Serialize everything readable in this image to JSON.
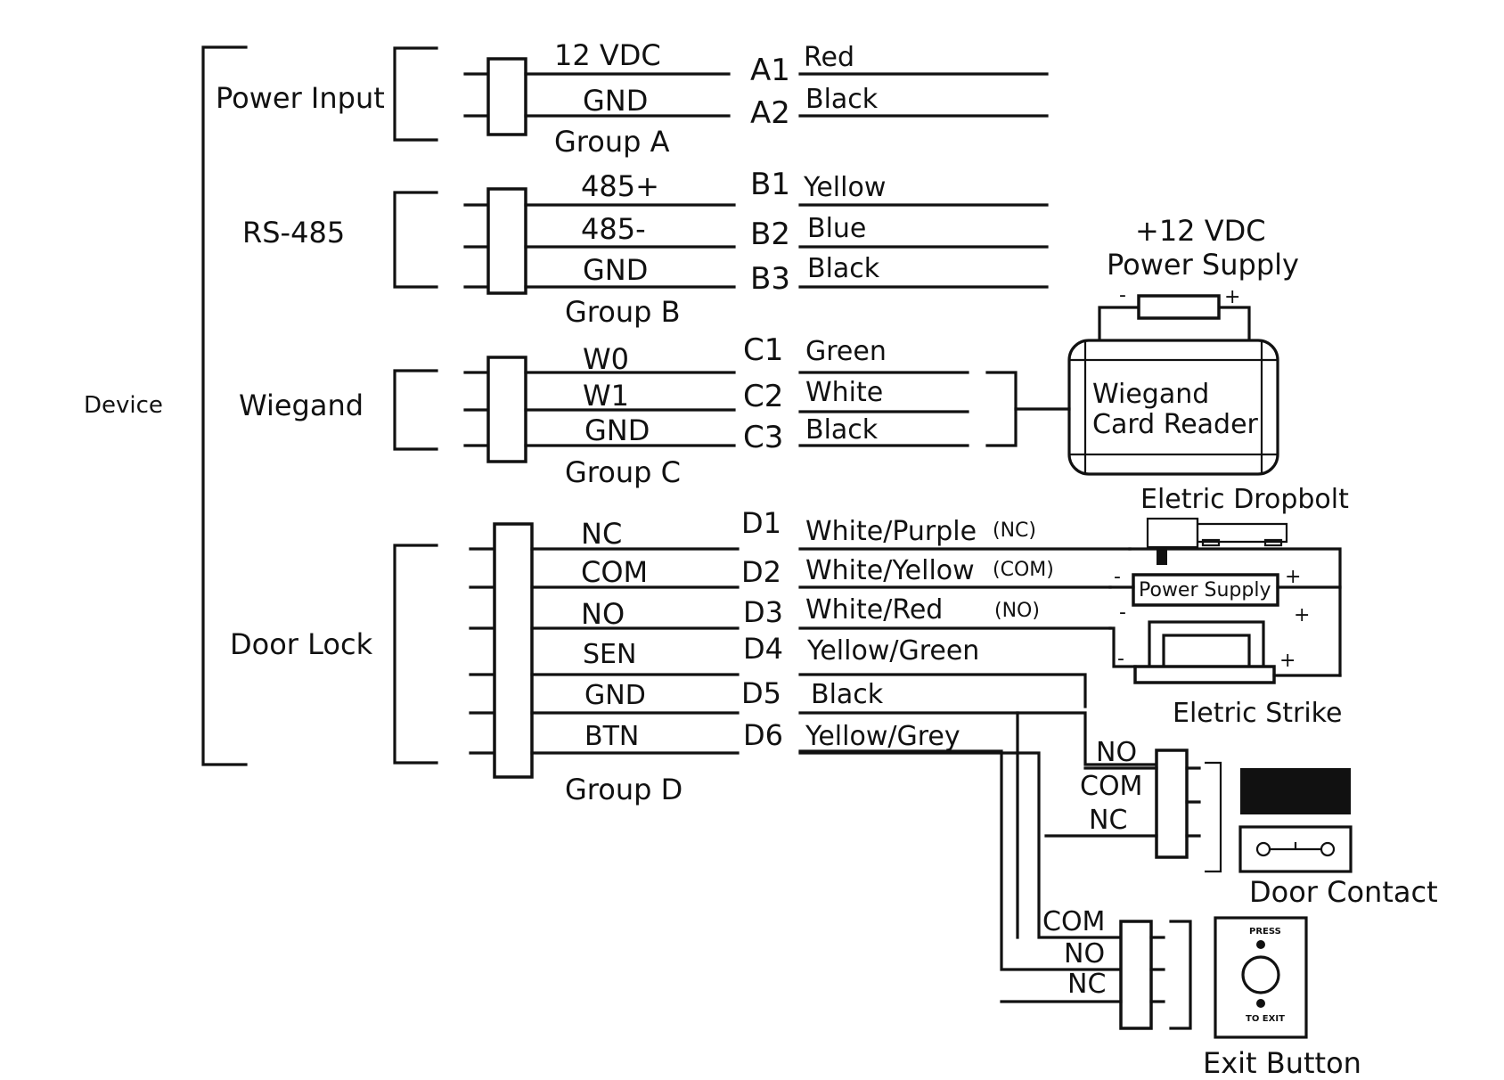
{
  "device": "Device",
  "groups": [
    {
      "label": "Power Input",
      "group": "Group A",
      "pins": [
        {
          "name": "12 VDC",
          "id": "A1",
          "wire": "Red"
        },
        {
          "name": "GND",
          "id": "A2",
          "wire": "Black"
        }
      ]
    },
    {
      "label": "RS-485",
      "group": "Group B",
      "pins": [
        {
          "name": "485+",
          "id": "B1",
          "wire": "Yellow"
        },
        {
          "name": "485-",
          "id": "B2",
          "wire": "Blue"
        },
        {
          "name": "GND",
          "id": "B3",
          "wire": "Black"
        }
      ]
    },
    {
      "label": "Wiegand",
      "group": "Group C",
      "pins": [
        {
          "name": "W0",
          "id": "C1",
          "wire": "Green"
        },
        {
          "name": "W1",
          "id": "C2",
          "wire": "White"
        },
        {
          "name": "GND",
          "id": "C3",
          "wire": "Black"
        }
      ]
    },
    {
      "label": "Door Lock",
      "group": "Group D",
      "pins": [
        {
          "name": "NC",
          "id": "D1",
          "wire": "White/Purple",
          "tag": "(NC)"
        },
        {
          "name": "COM",
          "id": "D2",
          "wire": "White/Yellow",
          "tag": "(COM)"
        },
        {
          "name": "NO",
          "id": "D3",
          "wire": "White/Red",
          "tag": "(NO)"
        },
        {
          "name": "SEN",
          "id": "D4",
          "wire": "Yellow/Green"
        },
        {
          "name": "GND",
          "id": "D5",
          "wire": "Black"
        },
        {
          "name": "BTN",
          "id": "D6",
          "wire": "Yellow/Grey"
        }
      ]
    }
  ],
  "card_reader": {
    "supply_line1": "+12 VDC",
    "supply_line2": "Power Supply",
    "minus": "-",
    "plus": "+",
    "line1": "Wiegand",
    "line2": "Card Reader"
  },
  "dropbolt": {
    "title": "Eletric Dropbolt"
  },
  "lock_supply": {
    "label": "Power Supply",
    "minus": "-",
    "plus": "+"
  },
  "strike": {
    "title": "Eletric Strike",
    "minus1": "-",
    "plus1": "+",
    "minus2": "-",
    "plus2": "+"
  },
  "door_contact": {
    "title": "Door Contact",
    "terminals": [
      "NO",
      "COM",
      "NC"
    ]
  },
  "exit_button": {
    "title": "Exit Button",
    "press": "PRESS",
    "to_exit": "TO EXIT",
    "terminals": [
      "COM",
      "NO",
      "NC"
    ]
  }
}
